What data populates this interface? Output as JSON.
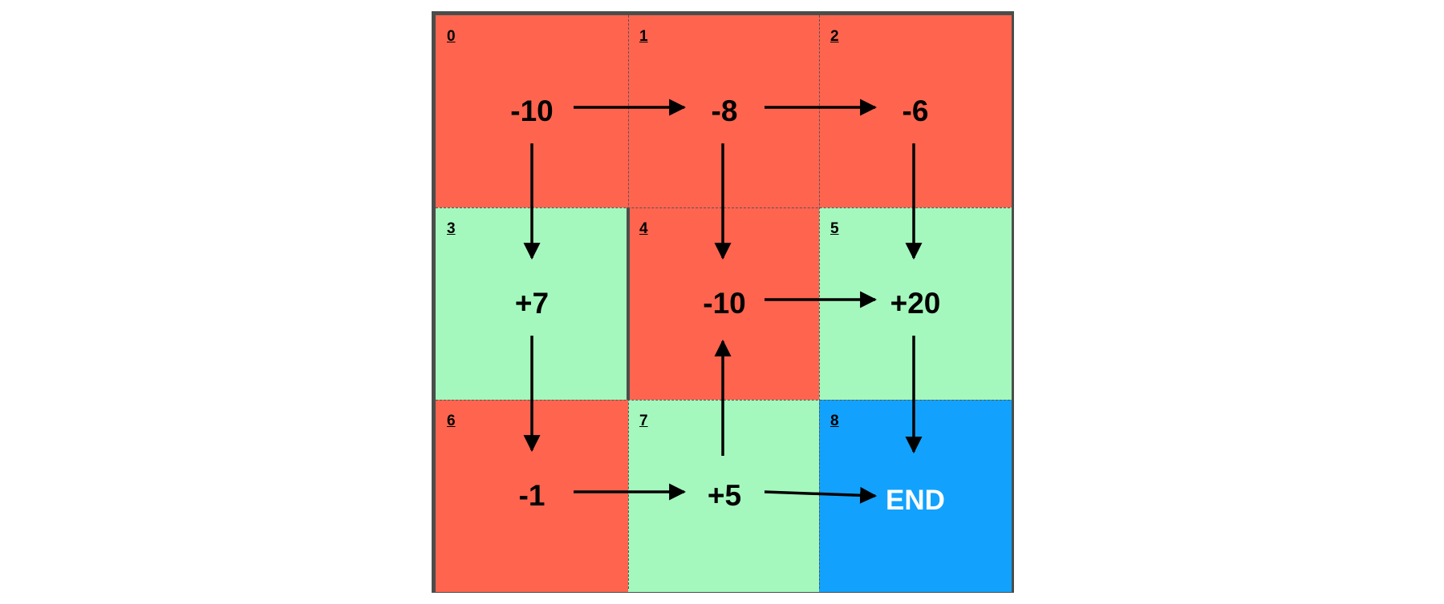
{
  "colors": {
    "negative": "#ff644f",
    "positive": "#a4f8bd",
    "end": "#12a2fd",
    "border": "#4a4e4b",
    "arrow": "#000000"
  },
  "cells": [
    {
      "index": "0",
      "value": "-10",
      "kind": "negative"
    },
    {
      "index": "1",
      "value": "-8",
      "kind": "negative"
    },
    {
      "index": "2",
      "value": "-6",
      "kind": "negative"
    },
    {
      "index": "3",
      "value": "+7",
      "kind": "positive"
    },
    {
      "index": "4",
      "value": "-10",
      "kind": "negative"
    },
    {
      "index": "5",
      "value": "+20",
      "kind": "positive"
    },
    {
      "index": "6",
      "value": "-1",
      "kind": "negative"
    },
    {
      "index": "7",
      "value": "+5",
      "kind": "positive"
    },
    {
      "index": "8",
      "value": "END",
      "kind": "end"
    }
  ],
  "transitions": [
    {
      "from": "0",
      "to": "1"
    },
    {
      "from": "1",
      "to": "2"
    },
    {
      "from": "0",
      "to": "3"
    },
    {
      "from": "1",
      "to": "4"
    },
    {
      "from": "2",
      "to": "5"
    },
    {
      "from": "3",
      "to": "6"
    },
    {
      "from": "4",
      "to": "5"
    },
    {
      "from": "7",
      "to": "4"
    },
    {
      "from": "5",
      "to": "8"
    },
    {
      "from": "6",
      "to": "7"
    },
    {
      "from": "7",
      "to": "8"
    }
  ]
}
